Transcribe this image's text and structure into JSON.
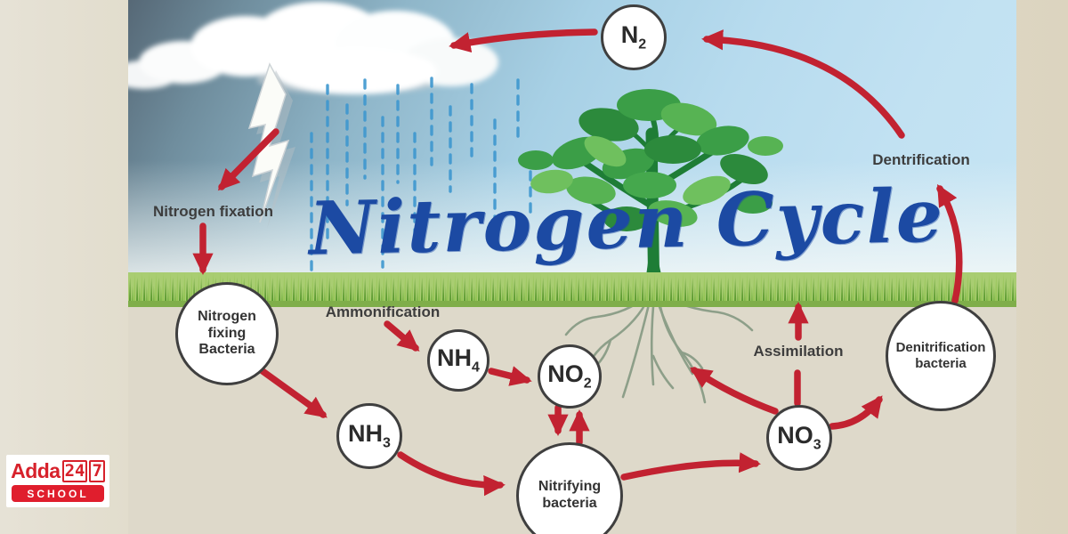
{
  "title": "Nitrogen Cycle",
  "labels": {
    "nitrogen_fixation": "Nitrogen fixation",
    "ammonification": "Ammonification",
    "assimilation": "Assimilation",
    "dentrification": "Dentrification"
  },
  "nodes": {
    "n2": {
      "main": "N",
      "sub": "2"
    },
    "nfb": {
      "lines": [
        "Nitrogen",
        "fixing",
        "Bacteria"
      ]
    },
    "nh4": {
      "main": "NH",
      "sub": "4"
    },
    "no2": {
      "main": "NO",
      "sub": "2"
    },
    "nh3": {
      "main": "NH",
      "sub": "3"
    },
    "nitrifying": {
      "lines": [
        "Nitrifying",
        "bacteria"
      ]
    },
    "no3": {
      "main": "NO",
      "sub": "3"
    },
    "denitrifying": {
      "lines": [
        "Denitrification",
        "bacteria"
      ]
    }
  },
  "logo": {
    "brand": "Adda",
    "digits": "24",
    "seven": "7",
    "school": "SCHOOL"
  },
  "colors": {
    "arrow_red": "#c22231",
    "title_blue": "#1c4aa3",
    "label_gray": "#3d3d3d",
    "sky_dark": "#566876",
    "sky_light": "#c6e5f4",
    "soil_beige": "#ded9ca",
    "tree_green": "#1e7d36",
    "rain_blue": "#3e97cf",
    "logo_red": "#d7212b"
  }
}
